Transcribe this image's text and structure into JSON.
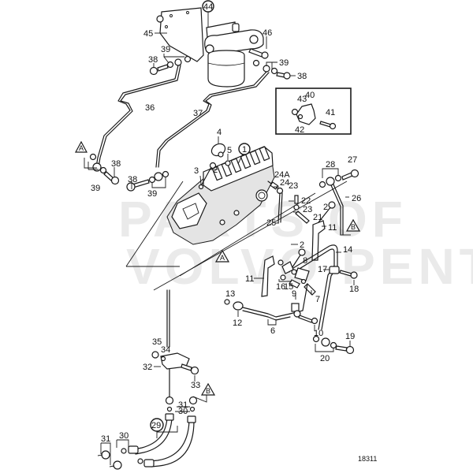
{
  "diagram": {
    "type": "exploded-parts-diagram",
    "subject": "Fuel system: fuel filter, injection pump and fuel lines",
    "reference_number": "18311",
    "watermark_line1": "PARTS OF",
    "watermark_line2": "VOLVO PENTA",
    "callout_markers": {
      "A": "A",
      "B": "B"
    },
    "circled_labels": {
      "c1": "1",
      "c29": "29",
      "c44": "44"
    },
    "labels": {
      "l2a": "2",
      "l2b": "2",
      "l2c": "2",
      "l3": "3",
      "l4": "4",
      "l5": "5",
      "l6": "6",
      "l7": "7",
      "l8": "8",
      "l9": "9",
      "l10": "10",
      "l11a": "11",
      "l11b": "11",
      "l12": "12",
      "l13": "13",
      "l14": "14",
      "l15": "15",
      "l16": "16",
      "l17": "17",
      "l18": "18",
      "l19": "19",
      "l20": "20",
      "l21": "21",
      "l22": "22",
      "l23a": "23",
      "l23b": "23",
      "l24": "24",
      "l24a": "24A",
      "l25": "25",
      "l26": "26",
      "l27": "27",
      "l28": "28",
      "l30a": "30",
      "l30b": "30",
      "l31a": "31",
      "l31b": "31",
      "l32": "32",
      "l33": "33",
      "l34": "34",
      "l35": "35",
      "l36": "36",
      "l37": "37",
      "l38a": "38",
      "l38b": "38",
      "l38c": "38",
      "l38d": "38",
      "l39a": "39",
      "l39b": "39",
      "l39c": "39",
      "l39d": "39",
      "l40": "40",
      "l41": "41",
      "l42": "42",
      "l43": "43",
      "l45": "45",
      "l46": "46"
    },
    "inset": {
      "title": "detail inset",
      "parts": [
        "40",
        "41",
        "42",
        "43"
      ]
    }
  }
}
